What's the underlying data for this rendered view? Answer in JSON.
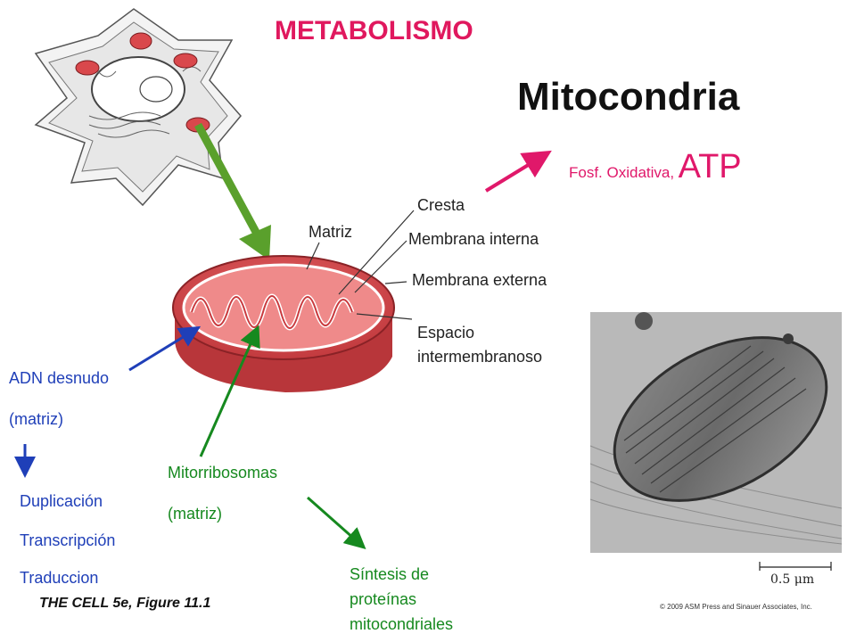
{
  "heading": "METABOLISMO",
  "title": "Mitocondria",
  "fosf_label": "Fosf. Oxidativa,",
  "atp_label": "ATP",
  "parts": {
    "cresta": "Cresta",
    "matriz": "Matriz",
    "membrana_interna": "Membrana interna",
    "membrana_externa": "Membrana externa",
    "espacio_line1": "Espacio",
    "espacio_line2": "intermembranoso"
  },
  "adn": {
    "line1": "ADN desnudo",
    "line2": "(matriz)"
  },
  "processes": [
    "Duplicación",
    "Transcripción",
    "Traduccion"
  ],
  "ribosomes": {
    "line1": "Mitorribosomas",
    "line2": "(matriz)"
  },
  "synthesis": {
    "line1": "Síntesis de",
    "line2": "proteínas",
    "line3": "mitocondriales"
  },
  "caption": "THE CELL 5e, Figure 11.1",
  "scale_label": "0.5 μm",
  "copyright": "© 2009 ASM Press and Sinauer Associates, Inc.",
  "colors": {
    "heading": "#e0185e",
    "arrow_pink": "#e0186a",
    "arrow_green": "#16891f",
    "arrow_blue": "#1f3fb8",
    "mito_red": "#d9484c",
    "cell_arrow": "#5aa02c"
  }
}
